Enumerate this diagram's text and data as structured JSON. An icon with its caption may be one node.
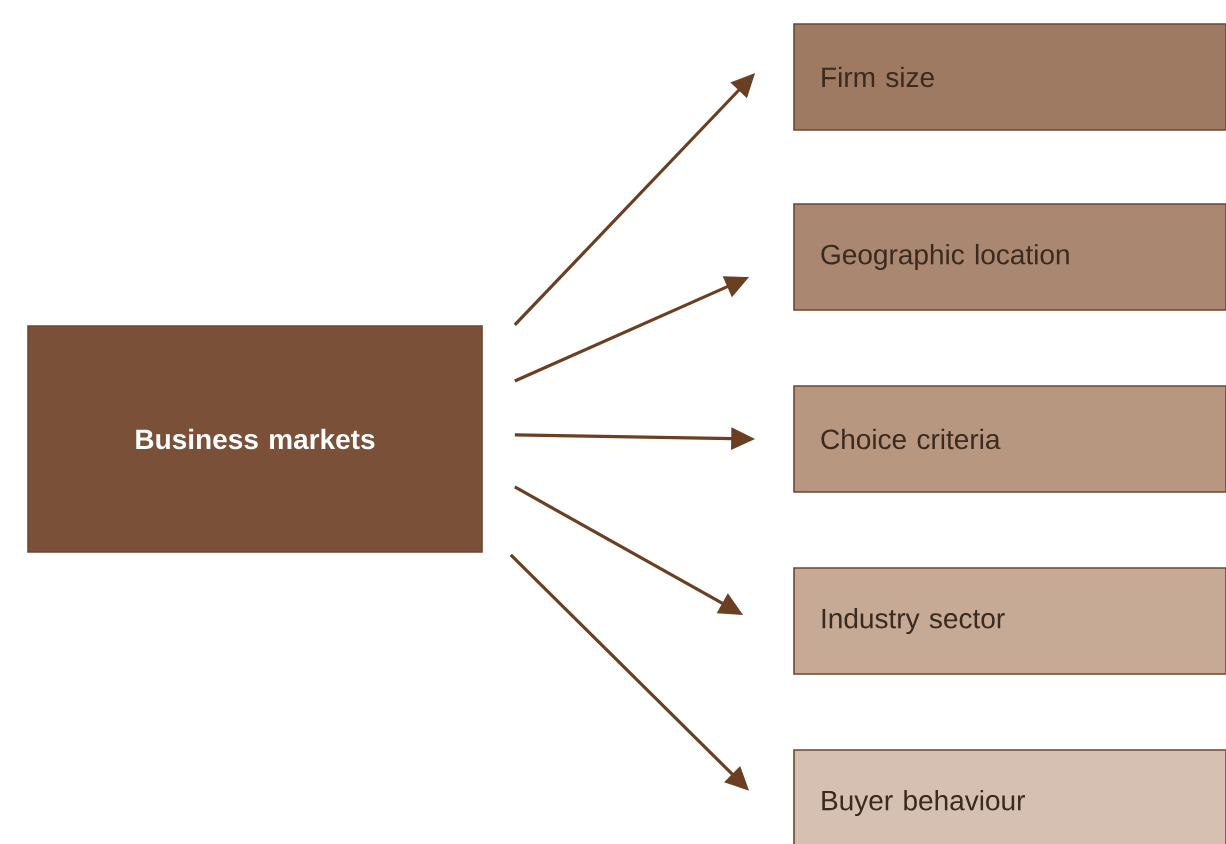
{
  "diagram": {
    "nodes": [
      {
        "text": [
          "Business markets"
        ]
      },
      {
        "text": [
          "Firm size"
        ]
      },
      {
        "text": [
          "Geographic location"
        ]
      },
      {
        "text": [
          "Choice criteria"
        ]
      },
      {
        "text": [
          "Industry sector"
        ]
      },
      {
        "text": [
          "Buyer behaviour"
        ]
      }
    ],
    "edges": [
      {
        "from": 0,
        "to": 1,
        "arrow": "to"
      },
      {
        "from": 0,
        "to": 2,
        "arrow": "to"
      },
      {
        "from": 0,
        "to": 3,
        "arrow": "to"
      },
      {
        "from": 0,
        "to": 4,
        "arrow": "to"
      },
      {
        "from": 0,
        "to": 5,
        "arrow": "to"
      }
    ]
  }
}
